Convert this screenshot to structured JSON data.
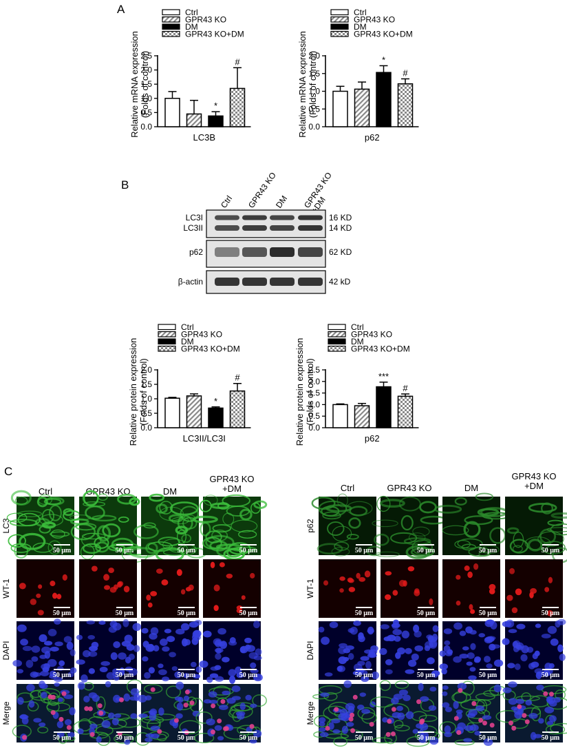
{
  "panels": {
    "a": "A",
    "b": "B",
    "c": "C"
  },
  "legend_labels": [
    "Ctrl",
    "GPR43 KO",
    "DM",
    "GPR43 KO+DM"
  ],
  "colors": {
    "ctrl": "#ffffff",
    "dm": "#000000",
    "ko_hatch": "#aaaaaa",
    "ko_dm_check": "#9a9a9a",
    "axis": "#000000",
    "lc3_green": "#2fa32f",
    "wt1_red": "#d81e1e",
    "dapi_blue": "#2a35c8",
    "merge_pink": "#e0408e"
  },
  "chart_data": [
    {
      "type": "bar",
      "panel": "A",
      "xlabel": "LC3B",
      "ylabel": "Relative mRNA expression (Folds of control)",
      "ylabel_lines": [
        "Relative mRNA expression",
        "(Folds of control)"
      ],
      "categories": [
        "Ctrl",
        "GPR43 KO",
        "DM",
        "GPR43 KO+DM"
      ],
      "values": [
        1.0,
        0.45,
        0.38,
        1.35
      ],
      "errors": [
        0.24,
        0.48,
        0.15,
        0.73
      ],
      "significance": [
        "",
        "",
        "*",
        "#"
      ],
      "ylim": [
        0,
        2.5
      ],
      "yticks": [
        0.0,
        0.5,
        1.0,
        1.5,
        2.0,
        2.5
      ],
      "ytick_labels": [
        "0.0",
        "0.5",
        "1.0",
        "1.5",
        "2.0",
        "2.5"
      ],
      "legend_position": "top"
    },
    {
      "type": "bar",
      "panel": "A",
      "xlabel": "p62",
      "ylabel": "Relative mRNA expression (Folds of control)",
      "ylabel_lines": [
        "Relative mRNA expression",
        "(Folds of control)"
      ],
      "categories": [
        "Ctrl",
        "GPR43 KO",
        "DM",
        "GPR43 KO+DM"
      ],
      "values": [
        1.0,
        1.06,
        1.53,
        1.21
      ],
      "errors": [
        0.14,
        0.2,
        0.19,
        0.14
      ],
      "significance": [
        "",
        "",
        "*",
        "#"
      ],
      "ylim": [
        0,
        2.0
      ],
      "yticks": [
        0.0,
        0.5,
        1.0,
        1.5,
        2.0
      ],
      "ytick_labels": [
        "0.0",
        "0.5",
        "1.0",
        "1.5",
        "2.0"
      ],
      "legend_position": "top"
    },
    {
      "type": "bar",
      "panel": "B",
      "xlabel": "LC3II/LC3I",
      "ylabel": "Relative protein expression (Folds of control)",
      "ylabel_lines": [
        "Relative protein expression",
        "(Folds of control)"
      ],
      "categories": [
        "Ctrl",
        "GPR43 KO",
        "DM",
        "GPR43 KO+DM"
      ],
      "values": [
        1.02,
        1.1,
        0.68,
        1.27
      ],
      "errors": [
        0.03,
        0.07,
        0.04,
        0.26
      ],
      "significance": [
        "",
        "",
        "*",
        "#"
      ],
      "ylim": [
        0,
        2.0
      ],
      "yticks": [
        0.0,
        0.5,
        1.0,
        1.5,
        2.0
      ],
      "ytick_labels": [
        "0.0",
        "0.5",
        "1.0",
        "1.5",
        "2.0"
      ],
      "legend_position": "top"
    },
    {
      "type": "bar",
      "panel": "B",
      "xlabel": "p62",
      "ylabel": "Relative protein expression (Folds of control)",
      "ylabel_lines": [
        "Relative protein expression",
        "(Folds of control)"
      ],
      "categories": [
        "Ctrl",
        "GPR43 KO",
        "DM",
        "GPR43 KO+DM"
      ],
      "values": [
        1.0,
        0.95,
        1.77,
        1.36
      ],
      "errors": [
        0.03,
        0.1,
        0.2,
        0.1
      ],
      "significance": [
        "",
        "",
        "***",
        "#"
      ],
      "ylim": [
        0,
        2.5
      ],
      "yticks": [
        0.0,
        0.5,
        1.0,
        1.5,
        2.0,
        2.5
      ],
      "ytick_labels": [
        "0.0",
        "0.5",
        "1.0",
        "1.5",
        "2.0",
        "2.5"
      ],
      "legend_position": "top"
    }
  ],
  "western_blot": {
    "lanes": [
      "Ctrl",
      "GPR43 KO",
      "DM",
      "GPR43 KO\n+DM"
    ],
    "blots": [
      {
        "labels": [
          "LC3I",
          "LC3II"
        ],
        "sizes": [
          "16 KD",
          "14 KD"
        ],
        "intensities": [
          0.75,
          0.85,
          0.8,
          0.9
        ]
      },
      {
        "labels": [
          "p62"
        ],
        "sizes": [
          "62 KD"
        ],
        "intensities": [
          0.45,
          0.7,
          0.95,
          0.8
        ]
      },
      {
        "labels": [
          "β-actin"
        ],
        "sizes": [
          "42 kD"
        ],
        "intensities": [
          0.9,
          0.9,
          0.9,
          0.9
        ]
      }
    ]
  },
  "micrographs": [
    {
      "columns": [
        "Ctrl",
        "GPR43 KO",
        "DM",
        "GPR43 KO\n+DM"
      ],
      "rows": [
        "LC3",
        "WT-1",
        "DAPI",
        "Merge"
      ],
      "scale_bar": "50 μm"
    },
    {
      "columns": [
        "Ctrl",
        "GPR43 KO",
        "DM",
        "GPR43 KO\n+DM"
      ],
      "rows": [
        "p62",
        "WT-1",
        "DAPI",
        "Merge"
      ],
      "scale_bar": "50 μm"
    }
  ]
}
